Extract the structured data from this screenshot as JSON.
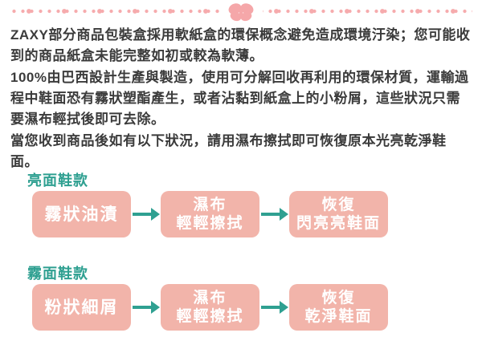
{
  "page": {
    "background": "#ffffff",
    "header_decoration": {
      "style": "pink-dotted-line",
      "center_icon": "butterfly-icon",
      "dot_color": "#f6abad",
      "icon_color": "#f5a7a9"
    }
  },
  "colors": {
    "accent_pink": "#f5a7a9",
    "box_pink": "#f2b4aa",
    "teal": "#2fa091",
    "body_text": "#3b3b3b",
    "box_text": "#ffffff"
  },
  "paragraphs": [
    "ZAXY部分商品包裝盒採用軟紙盒的環保概念避免造成環境汙染；您可能收到的商品紙盒未能完整如初或較為軟薄。",
    "100%由巴西設計生產與製造，使用可分解回收再利用的環保材質，運輸過程中鞋面恐有霧狀塑酯產生，或者沾黏到紙盒上的小粉屑，這些狀況只需要濕布輕拭後即可去除。",
    "當您收到商品後如有以下狀況，請用濕布擦拭即可恢復原本光亮乾淨鞋面。"
  ],
  "sections": [
    {
      "label": "亮面鞋款",
      "steps": [
        {
          "lines": [
            "霧狀油漬",
            ""
          ]
        },
        {
          "lines": [
            "濕布",
            "輕輕擦拭"
          ]
        },
        {
          "lines": [
            "恢復",
            "閃亮亮鞋面"
          ]
        }
      ]
    },
    {
      "label": "霧面鞋款",
      "steps": [
        {
          "lines": [
            "粉狀細屑",
            ""
          ]
        },
        {
          "lines": [
            "濕布",
            "輕輕擦拭"
          ]
        },
        {
          "lines": [
            "恢復",
            "乾淨鞋面"
          ]
        }
      ]
    }
  ]
}
